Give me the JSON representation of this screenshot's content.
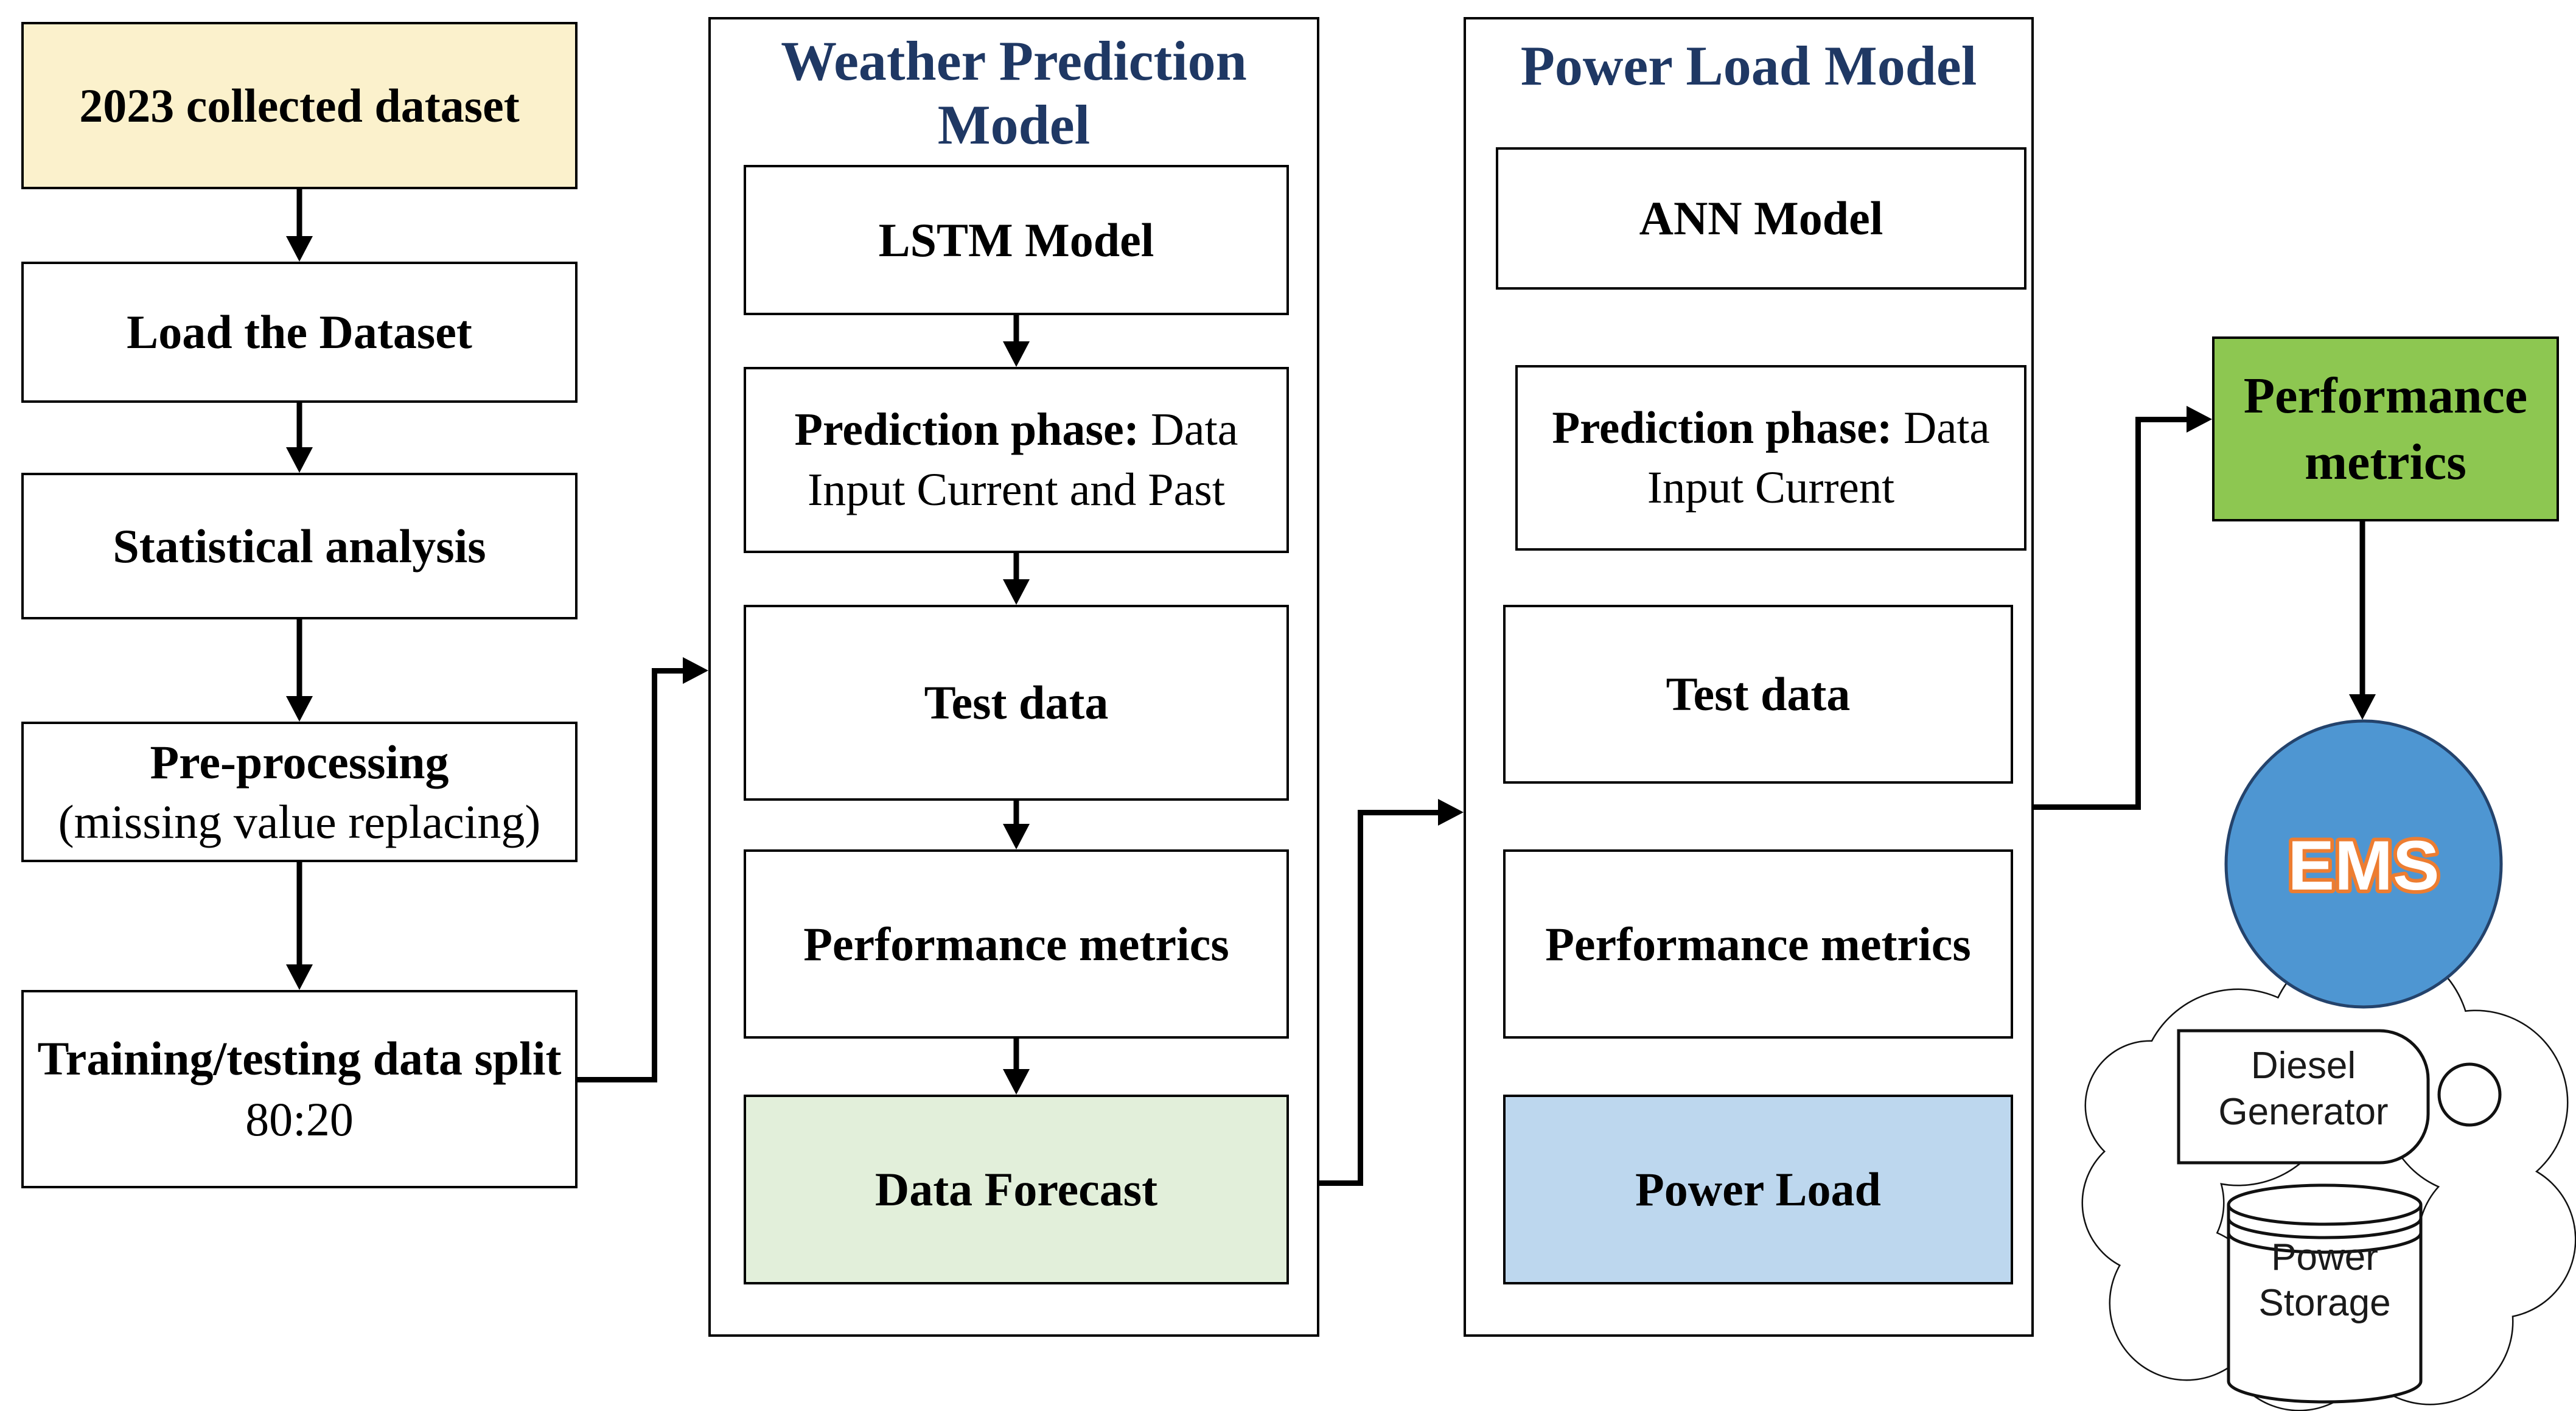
{
  "left_flow": {
    "box1": "2023 collected dataset",
    "box2": "Load the Dataset",
    "box3": "Statistical analysis",
    "box4_title": "Pre-processing",
    "box4_sub": "(missing value replacing)",
    "box5_title": "Training/testing data split",
    "box5_sub": "80:20"
  },
  "weather_model": {
    "title": "Weather Prediction Model",
    "lstm": "LSTM Model",
    "prediction_bold": "Prediction phase:",
    "prediction_tail": " Data",
    "prediction_line2": "Input Current and Past",
    "test": "Test data",
    "metrics": "Performance metrics",
    "forecast": "Data Forecast"
  },
  "power_model": {
    "title": "Power Load Model",
    "ann": "ANN Model",
    "prediction_bold": "Prediction phase:",
    "prediction_tail": " Data",
    "prediction_line2": "Input Current",
    "test": "Test data",
    "metrics": "Performance metrics",
    "load": "Power Load"
  },
  "ems_section": {
    "metrics": "Performance metrics",
    "ems": "EMS",
    "diesel_lines": [
      "Diesel",
      "Generator"
    ],
    "storage_lines": [
      "Power",
      "Storage"
    ]
  },
  "colors": {
    "dataset_fill": "#FBF1CC",
    "forecast_fill": "#E2EFDA",
    "power_load_fill": "#BDD7EE",
    "metrics_fill": "#8DC751",
    "ems_fill": "#4E96D2",
    "ems_border": "#24436C",
    "ems_text_stroke": "#ED7D31",
    "title_navy": "#1F3864"
  }
}
